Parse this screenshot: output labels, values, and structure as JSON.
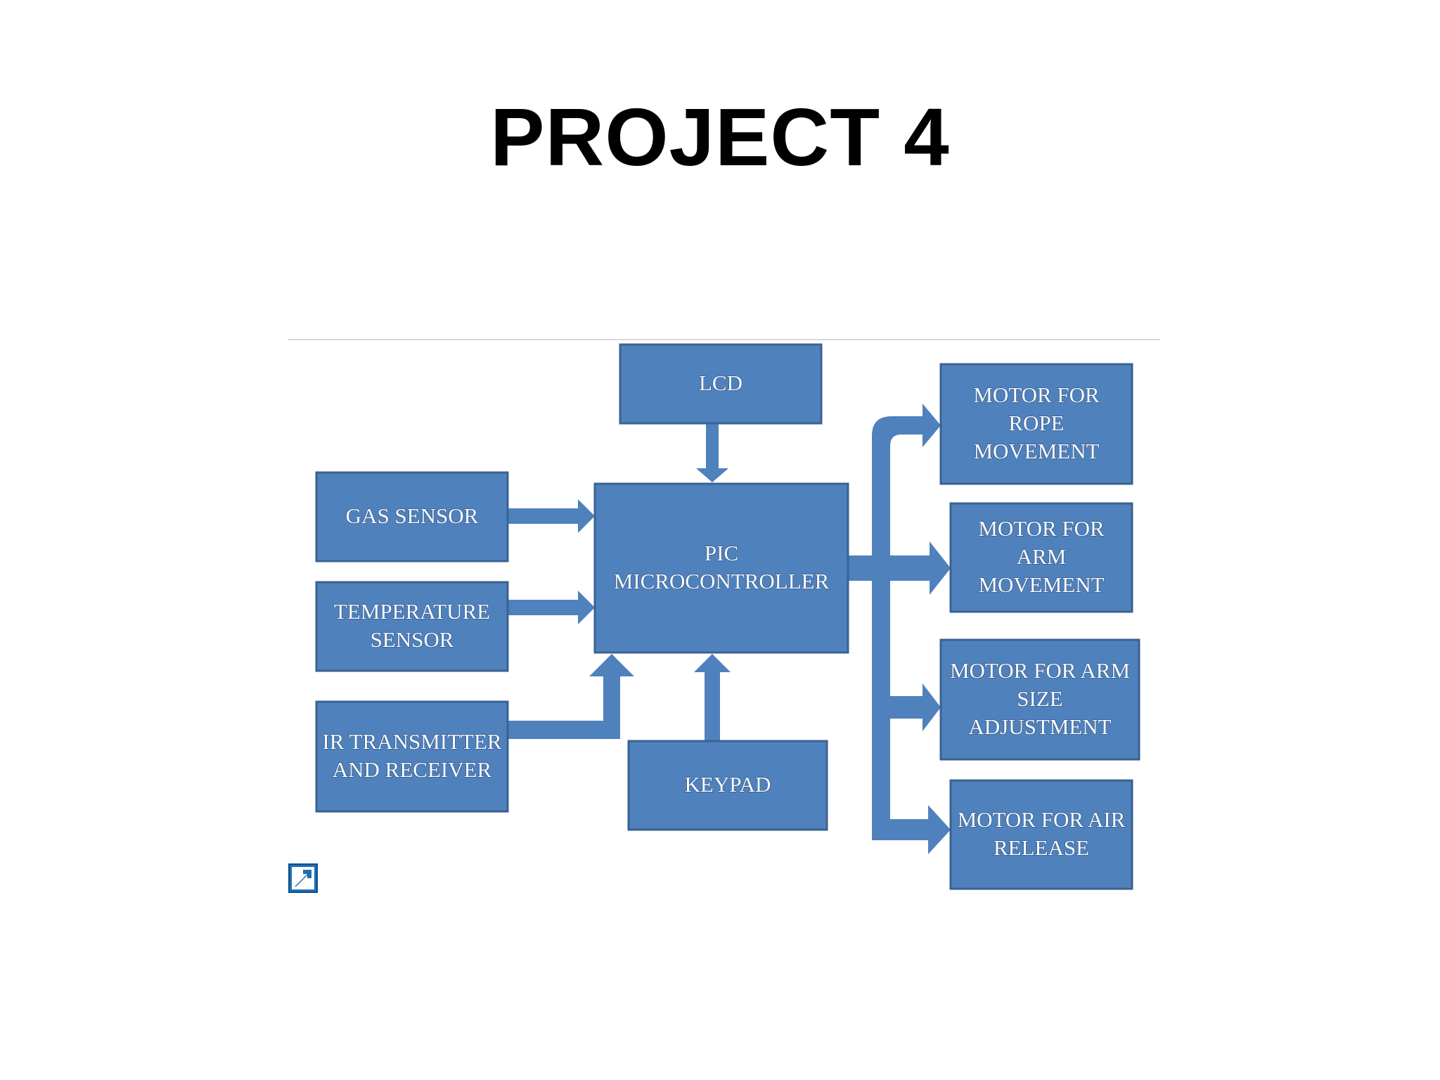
{
  "slide": {
    "title": "PROJECT 4"
  },
  "diagram": {
    "colors": {
      "block_fill": "#4f81bd",
      "block_stroke": "#3a6291",
      "arrow_fill": "#4f81bd",
      "text": "#ffffff"
    },
    "blocks": {
      "lcd": {
        "lines": [
          "LCD"
        ]
      },
      "gas_sensor": {
        "lines": [
          "GAS SENSOR"
        ]
      },
      "temperature_sensor": {
        "lines": [
          "TEMPERATURE",
          "SENSOR"
        ]
      },
      "ir": {
        "lines": [
          "IR TRANSMITTER",
          "AND RECEIVER"
        ]
      },
      "pic": {
        "lines": [
          "PIC",
          "MICROCONTROLLER"
        ]
      },
      "keypad": {
        "lines": [
          "KEYPAD"
        ]
      },
      "motor_rope": {
        "lines": [
          "MOTOR FOR",
          "ROPE",
          "MOVEMENT"
        ]
      },
      "motor_arm": {
        "lines": [
          "MOTOR FOR",
          "ARM",
          "MOVEMENT"
        ]
      },
      "motor_arm_size": {
        "lines": [
          "MOTOR FOR ARM",
          "SIZE",
          "ADJUSTMENT"
        ]
      },
      "motor_air": {
        "lines": [
          "MOTOR FOR AIR",
          "RELEASE"
        ]
      }
    },
    "expand_icon": "expand-arrow-icon"
  }
}
